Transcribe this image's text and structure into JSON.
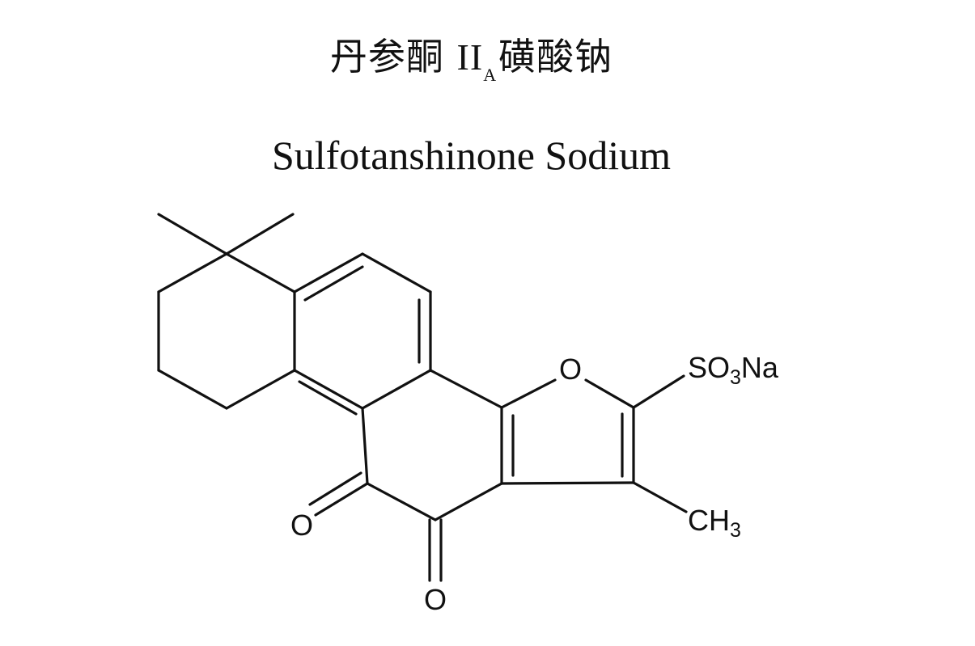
{
  "title_cn": {
    "prefix": "丹参酮",
    "roman": "II",
    "subscript": "A",
    "suffix": "磺酸钠"
  },
  "title_en": "Sulfotanshinone Sodium",
  "atoms": {
    "furan_oxygen": "O",
    "ketone_oxygen_1": "O",
    "ketone_oxygen_2": "O",
    "sulfonate": {
      "main": "SO",
      "sub": "3",
      "tail": "Na"
    },
    "methyl": {
      "main": "CH",
      "sub": "3"
    }
  }
}
